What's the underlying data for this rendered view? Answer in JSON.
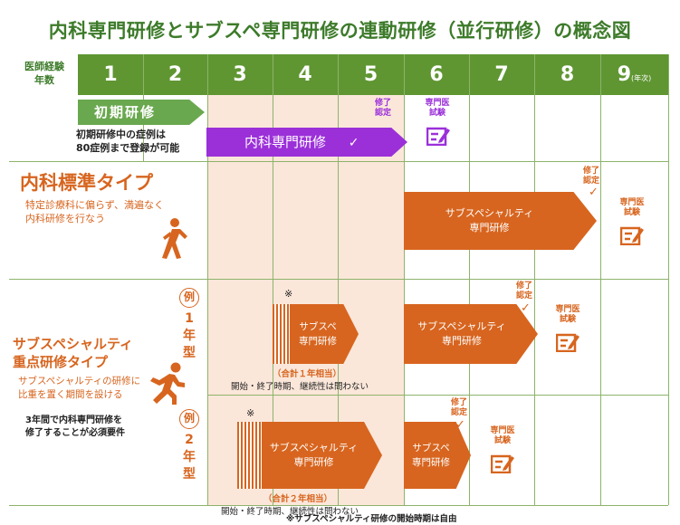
{
  "title": "内科専門研修とサブスペ専門研修の連動研修（並行研修）の概念図",
  "year_header": {
    "line1": "医師経験",
    "line2": "年数",
    "unit": "(年次)"
  },
  "years": [
    "1",
    "2",
    "3",
    "4",
    "5",
    "6",
    "7",
    "8",
    "9"
  ],
  "top_section": {
    "initial_training": "初期研修",
    "initial_note_line1": "初期研修中の症例は",
    "initial_note_line2": "80症例まで登録が可能",
    "naika_training": "内科専門研修",
    "check": "✓",
    "completion_line1": "修了",
    "completion_line2": "認定",
    "exam_line1": "専門医",
    "exam_line2": "試験"
  },
  "standard_type": {
    "title": "内科標準タイプ",
    "desc_line1": "特定診療科に偏らず、満遍なく",
    "desc_line2": "内科研修を行なう",
    "arrow_line1": "サブスペシャルティ",
    "arrow_line2": "専門研修",
    "completion_line1": "修了",
    "completion_line2": "認定",
    "exam_line1": "専門医",
    "exam_line2": "試験"
  },
  "focus_type": {
    "title_line1": "サブスペシャルティ",
    "title_line2": "重点研修タイプ",
    "desc_line1": "サブスペシャルティの研修に",
    "desc_line2": "比重を置く期間を設ける",
    "req_line1": "3年間で内科専門研修を",
    "req_line2": "修了することが必須要件",
    "one_year": {
      "label_circle": "例",
      "label_num": "1",
      "label_nen": "年",
      "label_kata": "型",
      "asterisk": "※",
      "short_arrow_line1": "サブスペ",
      "short_arrow_line2": "専門研修",
      "long_arrow_line1": "サブスペシャルティ",
      "long_arrow_line2": "専門研修",
      "total": "（合計１年相当）",
      "condition": "開始・終了時期、継続性は問わない",
      "completion_line1": "修了",
      "completion_line2": "認定",
      "exam_line1": "専門医",
      "exam_line2": "試験"
    },
    "two_year": {
      "label_circle": "例",
      "label_num": "2",
      "label_nen": "年",
      "label_kata": "型",
      "asterisk": "※",
      "long_arrow_line1": "サブスペシャルティ",
      "long_arrow_line2": "専門研修",
      "short_arrow_line1": "サブスペ",
      "short_arrow_line2": "専門研修",
      "total": "（合計２年相当）",
      "condition": "開始・終了時期、継続性は問わない",
      "completion_line1": "修了",
      "completion_line2": "認定",
      "exam_line1": "専門医",
      "exam_line2": "試験"
    }
  },
  "footnote": "※サブスペシャルティ研修の開始時期は自由",
  "colors": {
    "green": "#5f9632",
    "title_green": "#3d7b2a",
    "purple": "#9b30d9",
    "orange": "#d7651f",
    "peach": "#fbe7da"
  }
}
